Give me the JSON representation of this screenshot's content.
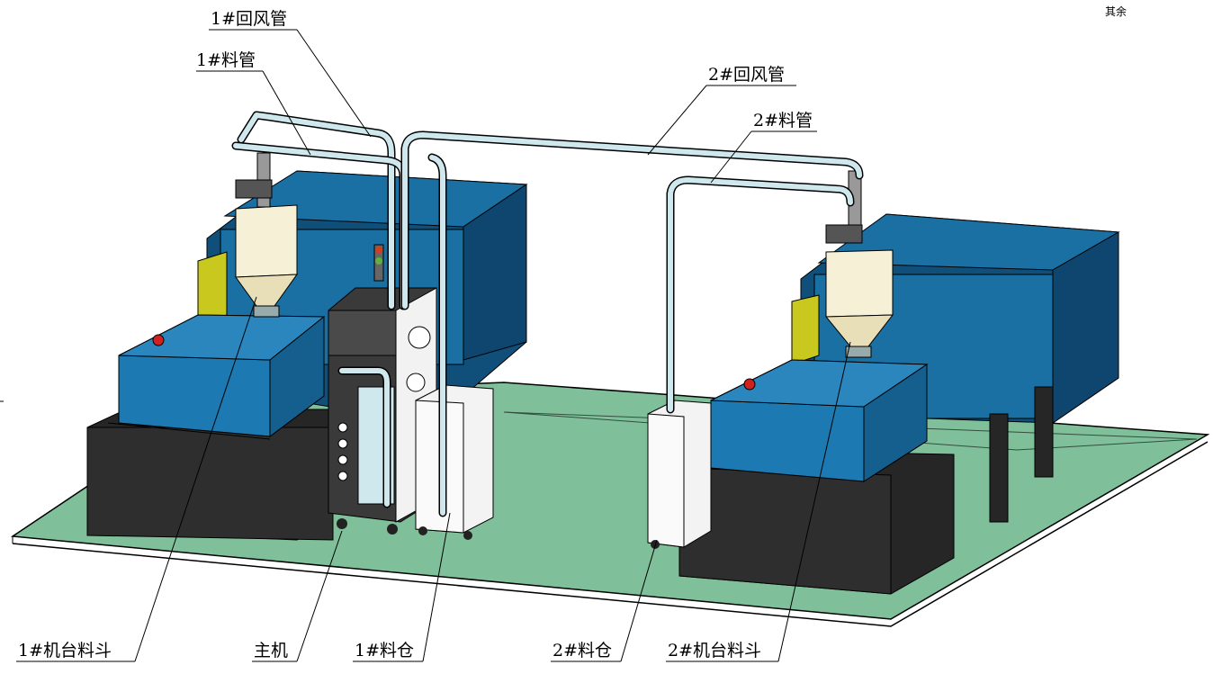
{
  "corner_note": "其余",
  "labels": {
    "return_air_pipe_1": "1#回风管",
    "material_pipe_1": "1#料管",
    "return_air_pipe_2": "2#回风管",
    "material_pipe_2": "2#料管",
    "machine_hopper_1": "1#机台料斗",
    "main_unit": "主机",
    "material_bin_1": "1#料仓",
    "material_bin_2": "2#料仓",
    "machine_hopper_2": "2#机台料斗"
  },
  "colors": {
    "floor": "#7fc09a",
    "machine_blue": "#1a6fa3",
    "machine_blue_dark": "#0f4f7a",
    "base_dark": "#262626",
    "pipe": "#cfe8ee",
    "cabinet_dark": "#3a3a3a",
    "hopper": "#f6f0d6",
    "yellow_guard": "#c9c81e"
  }
}
